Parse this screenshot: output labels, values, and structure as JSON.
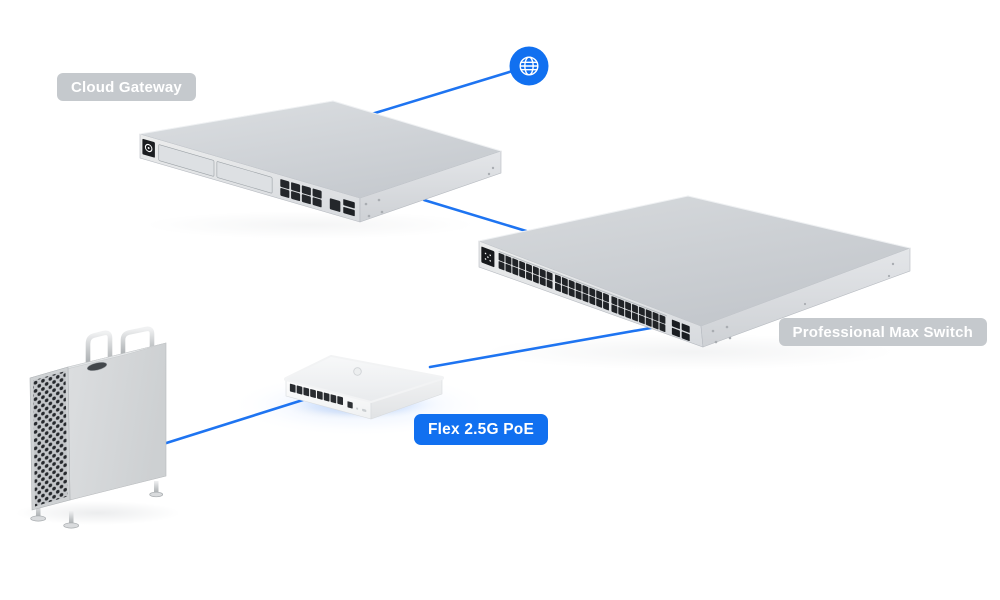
{
  "colors": {
    "background": "#ffffff",
    "accent_blue": "#1170f0",
    "line_blue": "#1e74f1",
    "badge_gray": "#c5c9cd",
    "label_text": "#ffffff"
  },
  "diagram": {
    "labels": {
      "cloud_gateway": "Cloud Gateway",
      "professional_max_switch": "Professional Max Switch",
      "flex_poe": "Flex 2.5G PoE"
    },
    "nodes": [
      {
        "id": "internet",
        "icon": "globe-icon"
      },
      {
        "id": "cloud-gateway",
        "label": "Cloud Gateway"
      },
      {
        "id": "professional-max-switch",
        "label": "Professional Max Switch"
      },
      {
        "id": "flex-2.5g-poe",
        "label": "Flex 2.5G PoE"
      },
      {
        "id": "desktop-computer"
      }
    ],
    "connections": [
      {
        "from": "internet",
        "to": "cloud-gateway"
      },
      {
        "from": "cloud-gateway",
        "to": "professional-max-switch"
      },
      {
        "from": "professional-max-switch",
        "to": "flex-2.5g-poe"
      },
      {
        "from": "flex-2.5g-poe",
        "to": "desktop-computer"
      }
    ]
  }
}
